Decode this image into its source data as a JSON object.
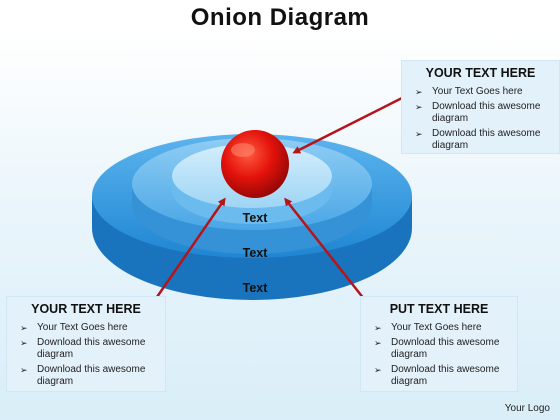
{
  "title": "Onion Diagram",
  "ring_labels": [
    "Text",
    "Text",
    "Text"
  ],
  "boxes": {
    "top_right": {
      "heading": "YOUR TEXT HERE",
      "items": [
        "Your Text Goes here",
        "Download this awesome diagram",
        "Download this awesome diagram"
      ]
    },
    "bottom_left": {
      "heading": "YOUR TEXT HERE",
      "items": [
        "Your Text Goes here",
        "Download this awesome diagram",
        "Download this awesome diagram"
      ]
    },
    "bottom_right": {
      "heading": "PUT TEXT HERE",
      "items": [
        "Your Text Goes here",
        "Download this awesome diagram",
        "Download this awesome diagram"
      ]
    }
  },
  "footer": "Your Logo",
  "colors": {
    "outer_ring": "#2d8fd8",
    "middle_ring": "#5ab0ea",
    "inner_ring": "#9fd4f4",
    "core": "#e8120c",
    "arrow": "#b5151a"
  }
}
